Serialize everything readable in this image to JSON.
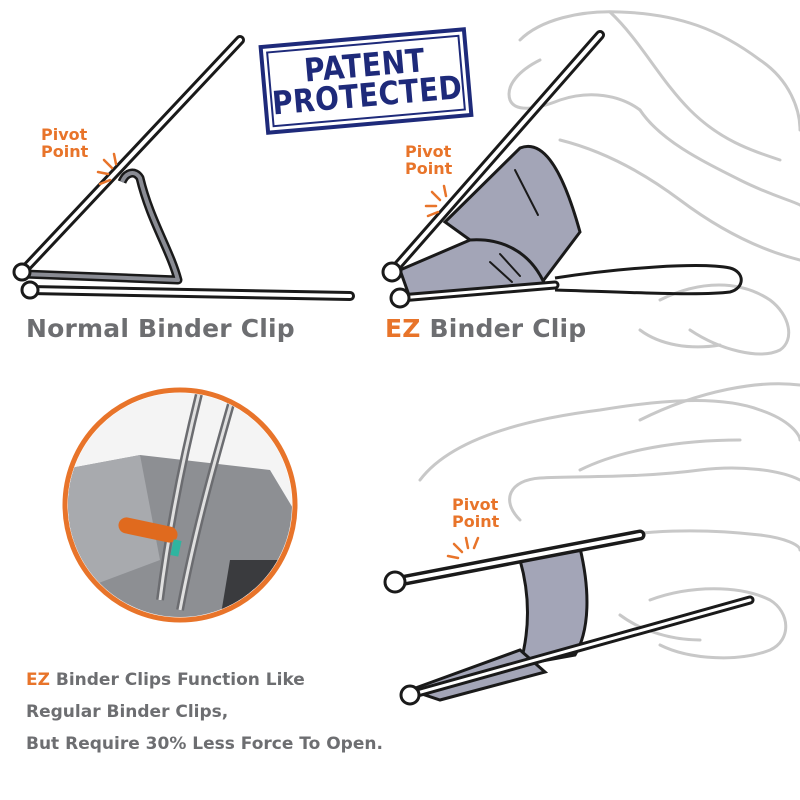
{
  "stamp": {
    "line1": "PATENT",
    "line2": "PROTECTED"
  },
  "top_left": {
    "pivot_line1": "Pivot",
    "pivot_line2": "Point",
    "caption": "Normal Binder Clip"
  },
  "top_right": {
    "pivot_line1": "Pivot",
    "pivot_line2": "Point",
    "caption_ez": "EZ",
    "caption_rest": " Binder Clip"
  },
  "bottom_right": {
    "pivot_line1": "Pivot",
    "pivot_line2": "Point"
  },
  "description": {
    "line1_ez": "EZ",
    "line1_rest": " Binder Clips Function Like",
    "line2": "Regular Binder Clips,",
    "line3": "But Require 30% Less Force To Open."
  },
  "colors": {
    "accent": "#e8742a",
    "text_gray": "#6d6e71",
    "stamp_blue": "#1e2a7a",
    "clip_gray": "#a3a5b7"
  }
}
